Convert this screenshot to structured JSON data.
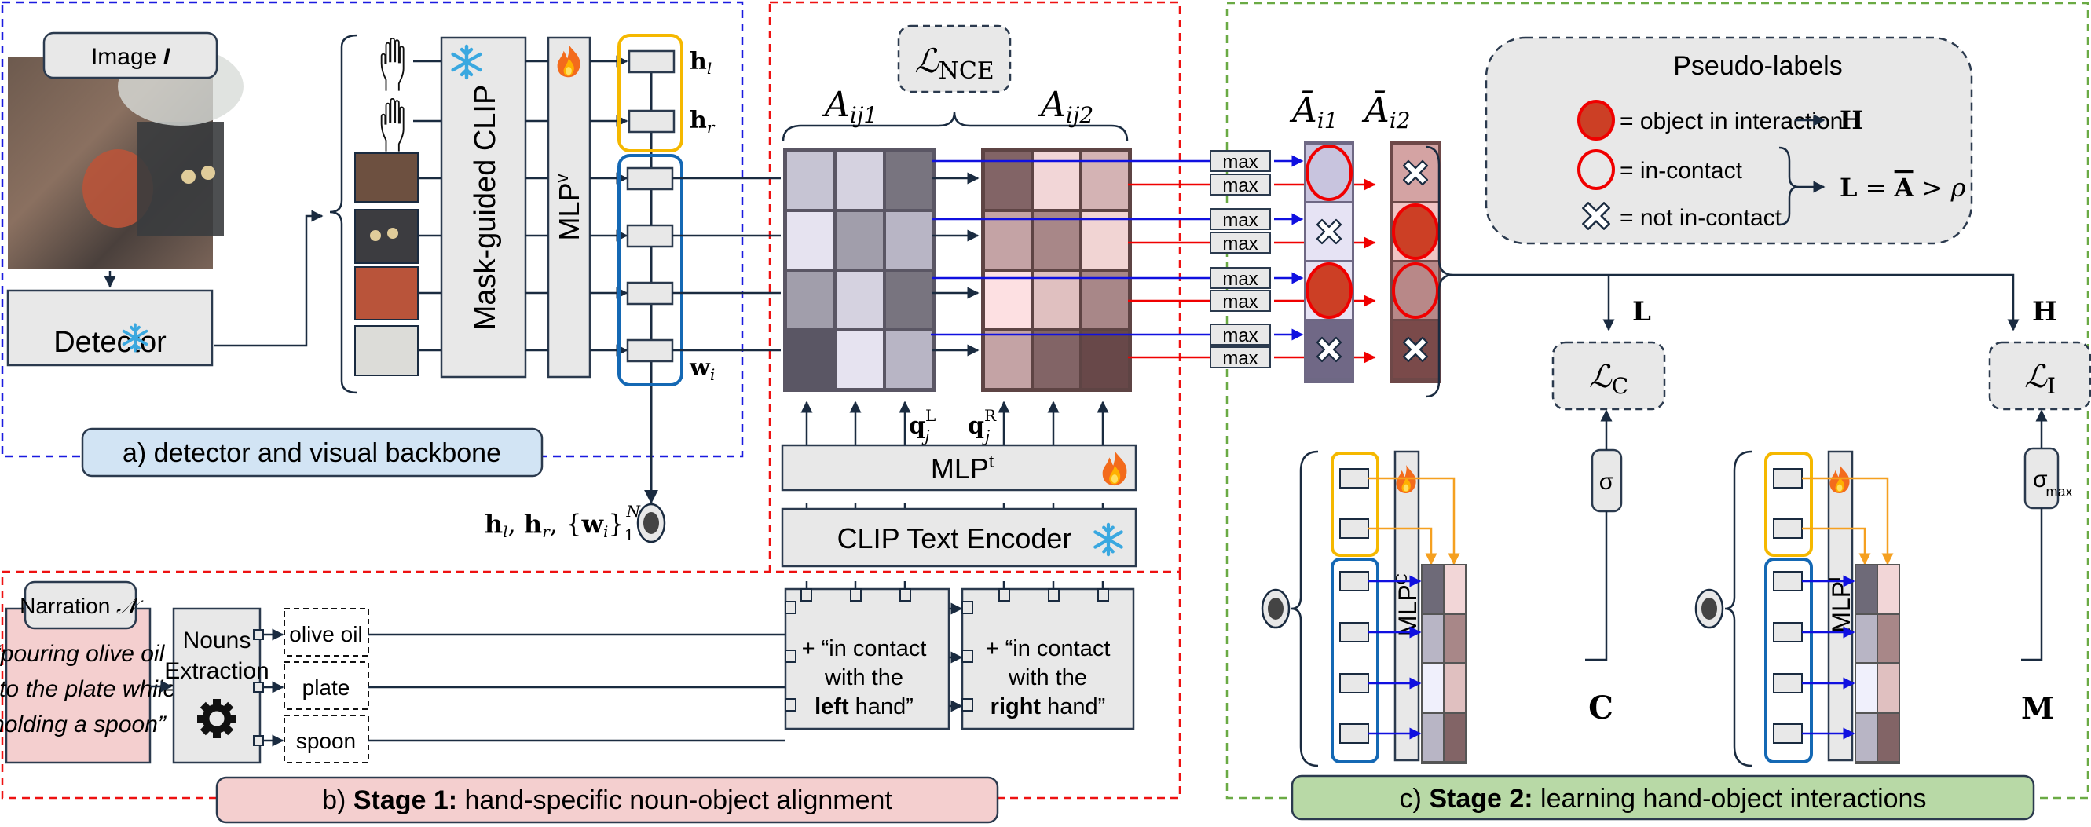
{
  "panel_a": {
    "image_label": "Image ",
    "image_symbol": "I",
    "detector_label": "Detector",
    "backbone_label": "Mask-guided CLIP",
    "mlp_label": "MLP",
    "mlp_sup": "v",
    "hand_left_label": "h",
    "hand_left_sub": "l",
    "hand_right_label": "h",
    "hand_right_sub": "r",
    "object_label": "w",
    "object_sub": "i",
    "output_label": "h_l, h_r, {w_i}_1^N",
    "caption": "a) detector and visual backbone",
    "color": "#1a1ae0"
  },
  "panel_b": {
    "loss_nce": "ℒ",
    "loss_nce_sub": "NCE",
    "matrix_left_label": "A",
    "matrix_left_sub": "ij1",
    "matrix_right_label": "A",
    "matrix_right_sub": "ij2",
    "query_left": "q",
    "query_left_sup": "L",
    "query_left_sub": "j",
    "query_right": "q",
    "query_right_sup": "R",
    "query_right_sub": "j",
    "mlp_text_label": "MLP",
    "mlp_text_sup": "t",
    "text_encoder_label": "CLIP Text Encoder",
    "narration_title": "Narration ",
    "narration_symbol": "𝒩",
    "narration_text": [
      "“pouring olive oil",
      "into the plate while",
      "holding a spoon”"
    ],
    "nouns_extraction": [
      "Nouns",
      "Extraction"
    ],
    "nouns": [
      "olive oil",
      "plate",
      "spoon"
    ],
    "prompt_left": [
      "+ “in contact",
      "with the",
      "left",
      " hand”"
    ],
    "prompt_right": [
      "+ “in contact",
      "with the",
      "right",
      " hand”"
    ],
    "caption_prefix": "b) ",
    "caption_bold": "Stage 1:",
    "caption_rest": " hand-specific noun-object alignment",
    "color": "#ee1111",
    "heatmap_left": [
      [
        "#c6c4d3",
        "#d5d2e0",
        "#78747f"
      ],
      [
        "#e6e3f0",
        "#a19eab",
        "#b8b5c5"
      ],
      [
        "#a19eab",
        "#d5d2e0",
        "#78747f"
      ],
      [
        "#5a5664",
        "#e6e3f0",
        "#b8b5c5"
      ]
    ],
    "heatmap_right": [
      [
        "#826466",
        "#f2d6d7",
        "#d4b3b4"
      ],
      [
        "#c4a3a5",
        "#a88788",
        "#f1d4d3"
      ],
      [
        "#fde0e2",
        "#e0c0c0",
        "#a88788"
      ],
      [
        "#c4a3a5",
        "#826466",
        "#684849"
      ]
    ],
    "max_label": "max"
  },
  "panel_c": {
    "abar_left_label": "Ā",
    "abar_left_sub": "i1",
    "abar_right_label": "Ā",
    "abar_right_sub": "i2",
    "abar_left_colors": [
      "#c8c4de",
      "#e6e3f4",
      "#e6e3f4",
      "#706886"
    ],
    "abar_right_colors": [
      "#d4a3a3",
      "#f0c4c4",
      "#b88888",
      "#7a4a4a"
    ],
    "abar_left_marks": [
      "in-contact",
      "not-in-contact",
      "interaction",
      "not-in-contact"
    ],
    "abar_right_marks": [
      "not-in-contact",
      "interaction",
      "in-contact",
      "not-in-contact"
    ],
    "pseudo_labels_title": "Pseudo-labels",
    "legend": [
      {
        "mark": "interaction",
        "text": "= object in interaction"
      },
      {
        "mark": "in-contact",
        "text": "= in-contact"
      },
      {
        "mark": "not-in-contact",
        "text": "= not in-contact"
      }
    ],
    "H_label": "H",
    "L_formula": "L = A̅ > ρ",
    "L_label": "L",
    "loss_c": "ℒ",
    "loss_c_sub": "C",
    "loss_i": "ℒ",
    "loss_i_sub": "I",
    "sigma_label": "σ",
    "sigma_max_label": "σ",
    "sigma_max_sub": "max",
    "mlp_c_label": "MLP",
    "mlp_c_sup": "C",
    "mlp_i_label": "MLP",
    "mlp_i_sup": "I",
    "matrix_c_label": "C",
    "matrix_m_label": "M",
    "mini_heat_left": [
      "#6e6a78",
      "#b8b5c5",
      "#f0f0fc",
      "#b8b5c5"
    ],
    "mini_heat_right": [
      "#f2d6d7",
      "#a88788",
      "#e0c0c0",
      "#826466"
    ],
    "caption_prefix": "c) ",
    "caption_bold": "Stage 2:",
    "caption_rest": " learning hand-object interactions",
    "color": "#6aaa44"
  }
}
